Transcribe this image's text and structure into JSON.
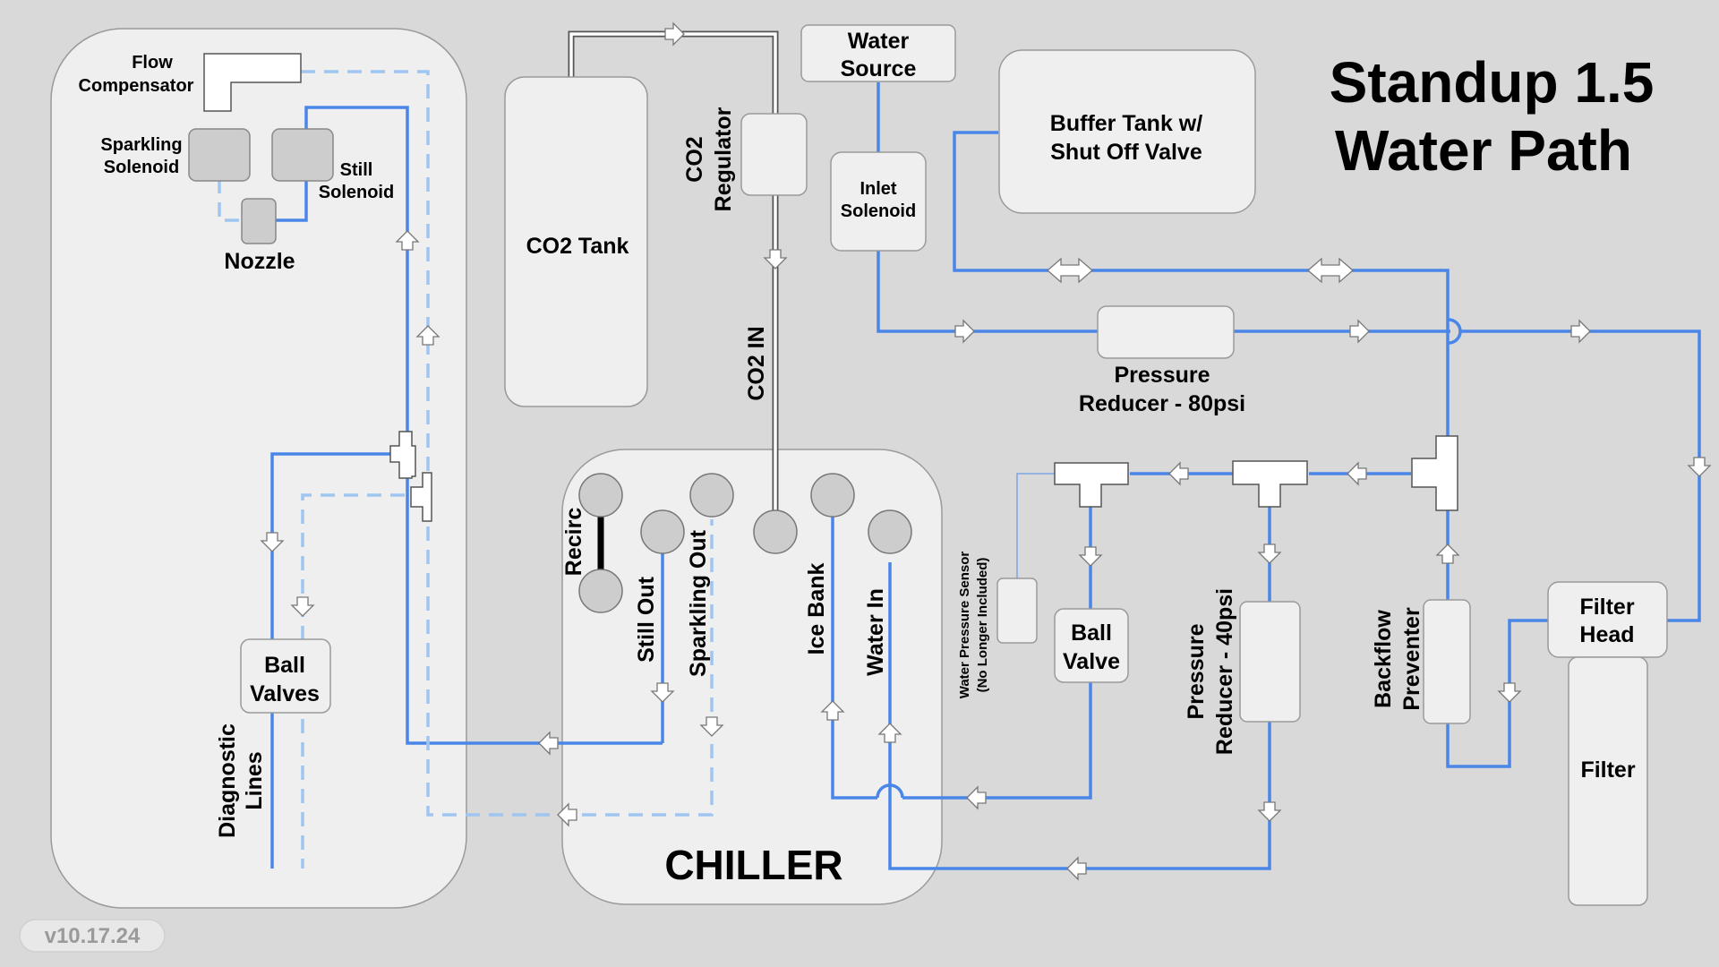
{
  "title": {
    "line1": "Standup 1.5",
    "line2": "Water Path"
  },
  "version": "v10.17.24",
  "labels": {
    "flow_compensator_1": "Flow",
    "flow_compensator_2": "Compensator",
    "sparkling_solenoid_1": "Sparkling",
    "sparkling_solenoid_2": "Solenoid",
    "still_solenoid_1": "Still",
    "still_solenoid_2": "Solenoid",
    "nozzle": "Nozzle",
    "ball_valves_1": "Ball",
    "ball_valves_2": "Valves",
    "diagnostic_1": "Diagnostic",
    "diagnostic_2": "Lines",
    "co2_tank": "CO2 Tank",
    "co2_regulator_1": "CO2",
    "co2_regulator_2": "Regulator",
    "co2_in": "CO2 IN",
    "water_source_1": "Water",
    "water_source_2": "Source",
    "inlet_solenoid_1": "Inlet",
    "inlet_solenoid_2": "Solenoid",
    "buffer_tank_1": "Buffer Tank w/",
    "buffer_tank_2": "Shut Off Valve",
    "pressure_reducer_80_1": "Pressure",
    "pressure_reducer_80_2": "Reducer - 80psi",
    "chiller": "CHILLER",
    "recirc": "Recirc",
    "still_out": "Still Out",
    "sparkling_out": "Sparkling Out",
    "ice_bank": "Ice Bank",
    "water_in": "Water In",
    "water_pressure_sensor_1": "Water Pressure Sensor",
    "water_pressure_sensor_2": "(No Longer Included)",
    "ball_valve_1": "Ball",
    "ball_valve_2": "Valve",
    "pressure_reducer_40_1": "Pressure",
    "pressure_reducer_40_2": "Reducer - 40psi",
    "backflow_1": "Backflow",
    "backflow_2": "Preventer",
    "filter_head_1": "Filter",
    "filter_head_2": "Head",
    "filter": "Filter"
  },
  "colors": {
    "background": "#d9d9d9",
    "water_line": "#4a86e8",
    "diagnostic_dashed": "#9fc5f0",
    "component_fill": "#efefef"
  }
}
